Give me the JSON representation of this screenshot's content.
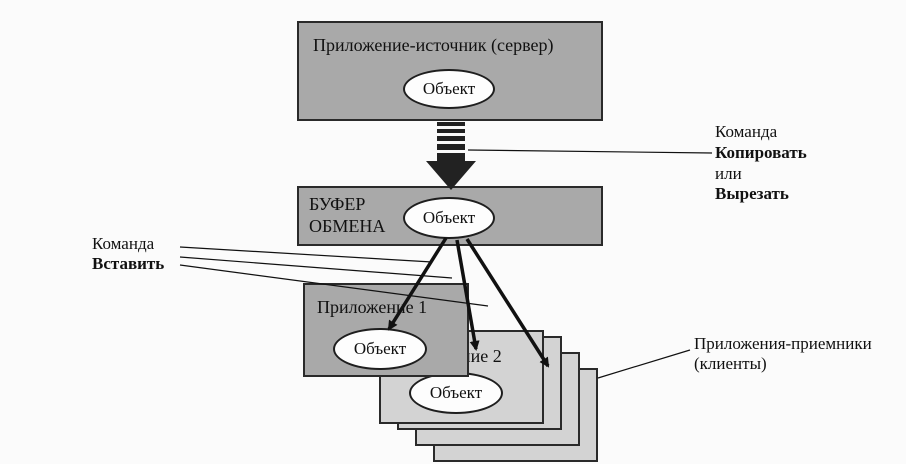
{
  "server": {
    "title": "Приложение-источник (сервер)",
    "object": "Объект"
  },
  "buffer": {
    "line1": "БУФЕР",
    "line2": "ОБМЕНА",
    "object": "Объект"
  },
  "app1": {
    "title": "Приложение 1",
    "object": "Объект"
  },
  "app2": {
    "title_fragment": "ение 2",
    "object": "Объект"
  },
  "copy_note": {
    "line1": "Команда",
    "line2": "Копировать",
    "line3": "или",
    "line4": "Вырезать"
  },
  "paste_note": {
    "line1": "Команда",
    "line2": "Вставить"
  },
  "clients_note": {
    "line1": "Приложения-приемники",
    "line2": "(клиенты)"
  }
}
